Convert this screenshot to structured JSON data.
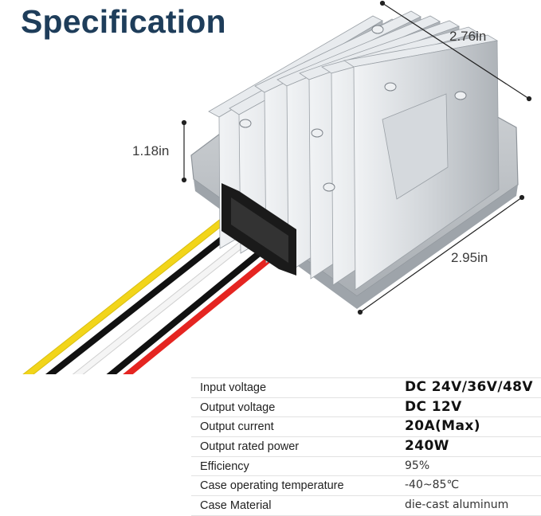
{
  "title": "Specification",
  "dimensions": {
    "length": "2.76in",
    "height": "1.18in",
    "width": "2.95in"
  },
  "specs": [
    {
      "label": "Input voltage",
      "value": "DC 24V/36V/48V"
    },
    {
      "label": "Output voltage",
      "value": "DC 12V"
    },
    {
      "label": "Output current",
      "value": "20A(Max)"
    },
    {
      "label": "Output rated power",
      "value": "240W"
    },
    {
      "label": "Efficiency",
      "value": "95%"
    },
    {
      "label": "Case operating temperature",
      "value": "-40~85℃"
    },
    {
      "label": "Case Material",
      "value": "die-cast aluminum"
    }
  ],
  "colors": {
    "title": "#1e3d5a",
    "wire_yellow": "#f2d51a",
    "wire_black": "#111111",
    "wire_white": "#f5f5f5",
    "wire_red": "#e52521",
    "aluminum": "#c9cdd1"
  }
}
